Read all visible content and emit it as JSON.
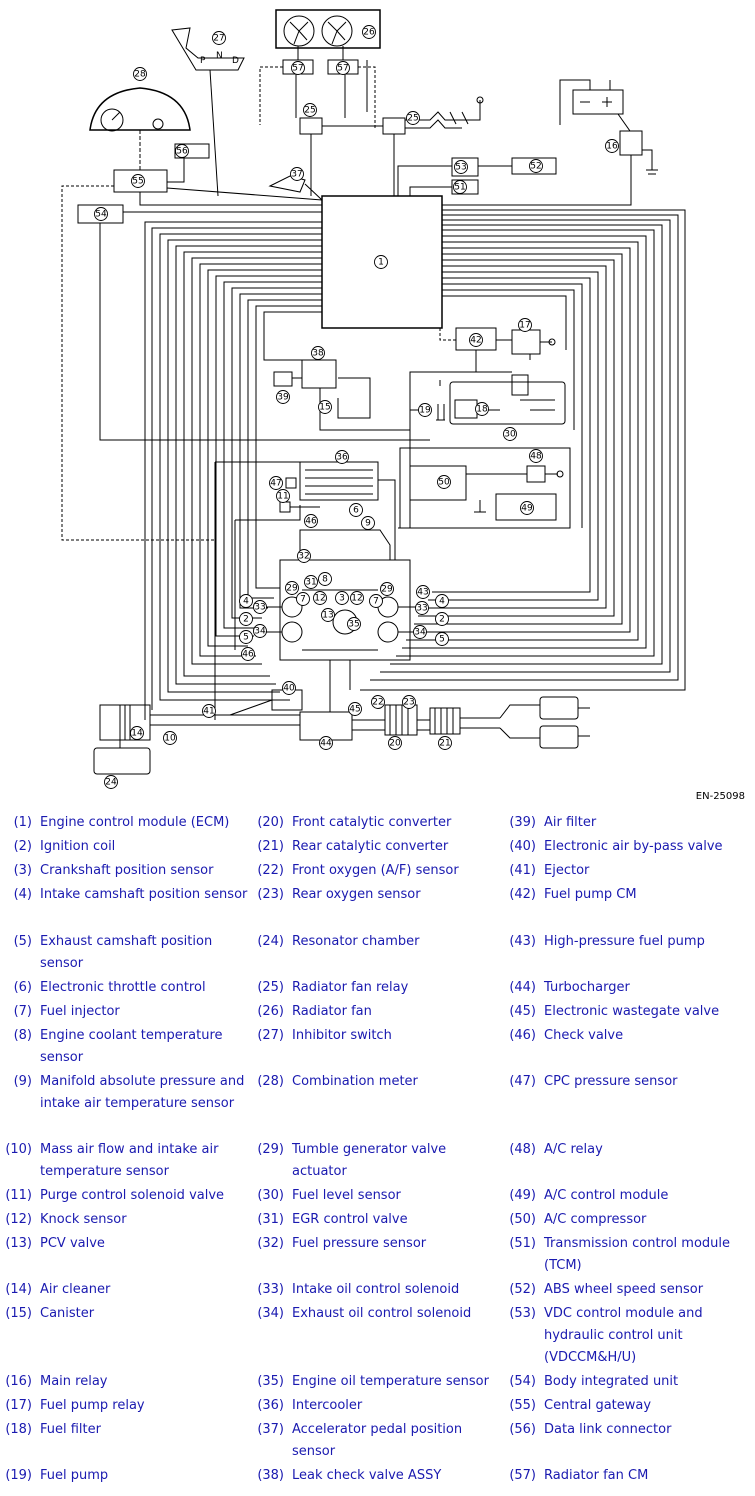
{
  "figure_code": "EN-25098",
  "diagram_labels": {
    "shift_letters": [
      "P",
      "N",
      "D"
    ]
  },
  "legend": [
    [
      {
        "num": "(1)",
        "text": "Engine control module (ECM)"
      },
      {
        "num": "(20)",
        "text": "Front catalytic converter"
      },
      {
        "num": "(39)",
        "text": "Air filter"
      }
    ],
    [
      {
        "num": "(2)",
        "text": "Ignition coil"
      },
      {
        "num": "(21)",
        "text": "Rear catalytic converter"
      },
      {
        "num": "(40)",
        "text": "Electronic air by-pass valve"
      }
    ],
    [
      {
        "num": "(3)",
        "text": "Crankshaft position sensor"
      },
      {
        "num": "(22)",
        "text": "Front oxygen (A/F) sensor"
      },
      {
        "num": "(41)",
        "text": "Ejector"
      }
    ],
    [
      {
        "num": "(4)",
        "text": "Intake camshaft position sensor"
      },
      {
        "num": "(23)",
        "text": "Rear oxygen sensor"
      },
      {
        "num": "(42)",
        "text": "Fuel pump CM"
      }
    ],
    [
      {
        "num": "(5)",
        "text": "Exhaust camshaft position sensor"
      },
      {
        "num": "(24)",
        "text": "Resonator chamber"
      },
      {
        "num": "(43)",
        "text": "High-pressure fuel pump"
      }
    ],
    [
      {
        "num": "(6)",
        "text": "Electronic throttle control"
      },
      {
        "num": "(25)",
        "text": "Radiator fan relay"
      },
      {
        "num": "(44)",
        "text": "Turbocharger"
      }
    ],
    [
      {
        "num": "(7)",
        "text": "Fuel injector"
      },
      {
        "num": "(26)",
        "text": "Radiator fan"
      },
      {
        "num": "(45)",
        "text": "Electronic wastegate valve"
      }
    ],
    [
      {
        "num": "(8)",
        "text": "Engine coolant temperature sensor"
      },
      {
        "num": "(27)",
        "text": "Inhibitor switch"
      },
      {
        "num": "(46)",
        "text": "Check valve"
      }
    ],
    [
      {
        "num": "(9)",
        "text": "Manifold absolute pressure and intake air temperature sensor"
      },
      {
        "num": "(28)",
        "text": "Combination meter"
      },
      {
        "num": "(47)",
        "text": "CPC pressure sensor"
      }
    ],
    [
      {
        "num": "(10)",
        "text": "Mass air flow and intake air temperature sensor"
      },
      {
        "num": "(29)",
        "text": "Tumble generator valve actuator"
      },
      {
        "num": "(48)",
        "text": "A/C relay"
      }
    ],
    [
      {
        "num": "(11)",
        "text": "Purge control solenoid valve"
      },
      {
        "num": "(30)",
        "text": "Fuel level sensor"
      },
      {
        "num": "(49)",
        "text": "A/C control module"
      }
    ],
    [
      {
        "num": "(12)",
        "text": "Knock sensor"
      },
      {
        "num": "(31)",
        "text": "EGR control valve"
      },
      {
        "num": "(50)",
        "text": "A/C compressor"
      }
    ],
    [
      {
        "num": "(13)",
        "text": "PCV valve"
      },
      {
        "num": "(32)",
        "text": "Fuel pressure sensor"
      },
      {
        "num": "(51)",
        "text": "Transmission control module (TCM)"
      }
    ],
    [
      {
        "num": "(14)",
        "text": "Air cleaner"
      },
      {
        "num": "(33)",
        "text": "Intake oil control solenoid"
      },
      {
        "num": "(52)",
        "text": "ABS wheel speed sensor"
      }
    ],
    [
      {
        "num": "(15)",
        "text": "Canister"
      },
      {
        "num": "(34)",
        "text": "Exhaust oil control solenoid"
      },
      {
        "num": "(53)",
        "text": "VDC control module and hydraulic control unit (VDCCM&H/U)"
      }
    ],
    [
      {
        "num": "(16)",
        "text": "Main relay"
      },
      {
        "num": "(35)",
        "text": "Engine oil temperature sensor"
      },
      {
        "num": "(54)",
        "text": "Body integrated unit"
      }
    ],
    [
      {
        "num": "(17)",
        "text": "Fuel pump relay"
      },
      {
        "num": "(36)",
        "text": "Intercooler"
      },
      {
        "num": "(55)",
        "text": "Central gateway"
      }
    ],
    [
      {
        "num": "(18)",
        "text": "Fuel filter"
      },
      {
        "num": "(37)",
        "text": "Accelerator pedal position sensor"
      },
      {
        "num": "(56)",
        "text": "Data link connector"
      }
    ],
    [
      {
        "num": "(19)",
        "text": "Fuel pump"
      },
      {
        "num": "(38)",
        "text": "Leak check valve ASSY"
      },
      {
        "num": "(57)",
        "text": "Radiator fan CM"
      }
    ]
  ]
}
